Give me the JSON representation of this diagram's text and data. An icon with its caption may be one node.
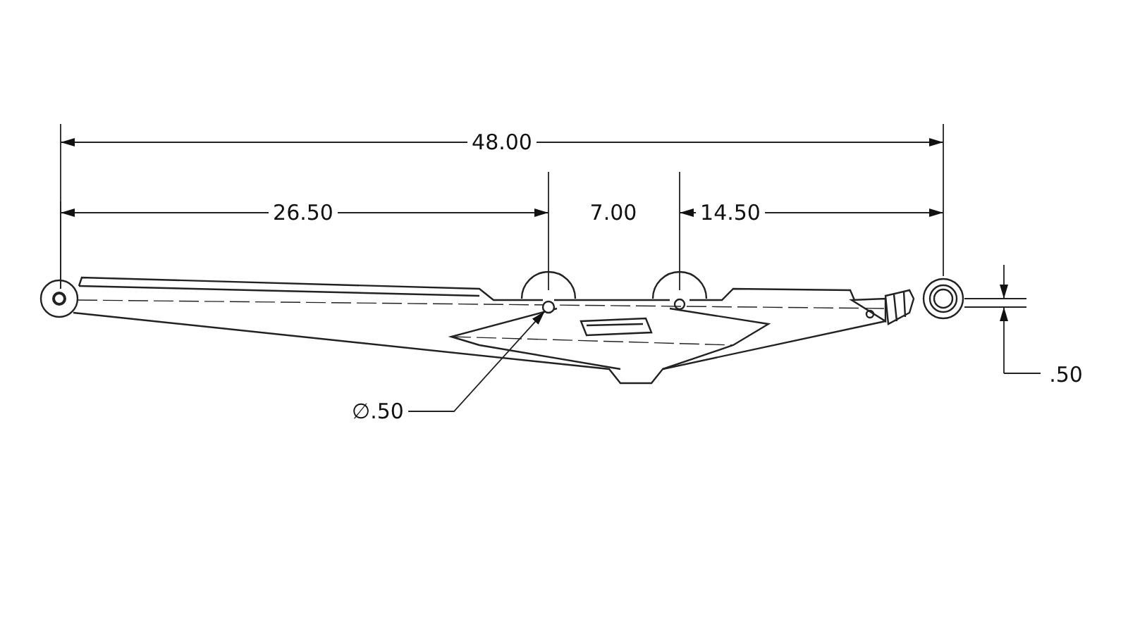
{
  "diagram": {
    "nodes": [
      {
        "text": [
          "∅.50"
        ]
      },
      {
        "text": [],
        "shape": "circle"
      }
    ],
    "edges": [
      {
        "from": 0,
        "to": 1,
        "arrow": "to"
      }
    ],
    "labels": [
      "48.00",
      "26.50",
      "7.00",
      "14.50",
      ".50"
    ]
  }
}
